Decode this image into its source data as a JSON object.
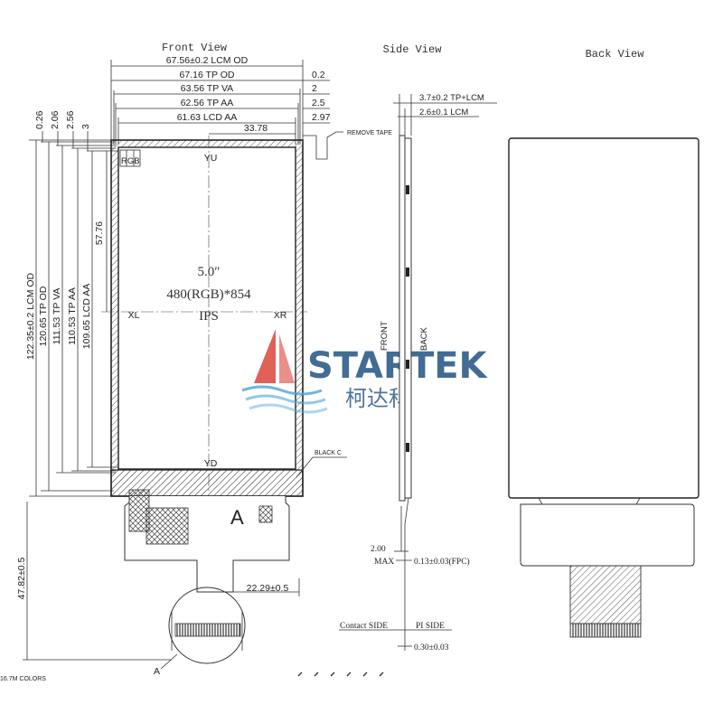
{
  "views": {
    "front": "Front View",
    "side": "Side View",
    "back": "Back View"
  },
  "top_dimensions": {
    "lcm_od": "67.56±0.2 LCM OD",
    "tp_od": "67.16 TP OD",
    "tp_va": "63.56 TP VA",
    "tp_aa": "62.56 TP AA",
    "lcd_aa": "61.63 LCD AA",
    "center_offset": "33.78"
  },
  "right_offsets": [
    "0.2",
    "2",
    "2.5",
    "2.97"
  ],
  "left_offsets": [
    "0.26",
    "2.06",
    "2.56",
    "3"
  ],
  "vertical_dimensions": {
    "lcm_od": "122.35±0.2 LCM OD",
    "tp_od": "120.65 TP OD",
    "tp_va": "111.53 TP VA",
    "tp_aa": "110.53 TP AA",
    "lcd_aa": "109.65 LCD AA",
    "half_height": "57.76",
    "fpc_length": "47.82±0.5",
    "fpc_width": "22.29±0.5"
  },
  "panel_labels": {
    "rgb": "RGB",
    "yu": "YU",
    "yd": "YD",
    "xl": "XL",
    "xr": "XR",
    "size": "5.0″",
    "resolution": "480(RGB)*854",
    "type": "IPS",
    "black_c": "BLACK C",
    "remove_tape": "REMOVE TAPE",
    "detail_a": "A",
    "detail_a_small": "A",
    "colors": "16.7M COLORS"
  },
  "watermark": {
    "brand": "STARTEK",
    "brand_cn": "柯达科"
  },
  "side_view": {
    "thickness_tp": "3.7±0.2 TP+LCM",
    "thickness_lcm": "2.6±0.1 LCM",
    "front": "FRONT",
    "back": "BACK",
    "max_value": "2.00",
    "max_label": "MAX",
    "fpc_thickness": "0.13±0.03(FPC)",
    "contact_side": "Contact SIDE",
    "pi_side": "PI SIDE",
    "bottom_thickness": "0.30±0.03"
  },
  "colors": {
    "line": "#333333",
    "watermark_blue": "#2f5d8a",
    "watermark_red": "#d9453b",
    "watermark_wave": "#4aa3d8"
  }
}
